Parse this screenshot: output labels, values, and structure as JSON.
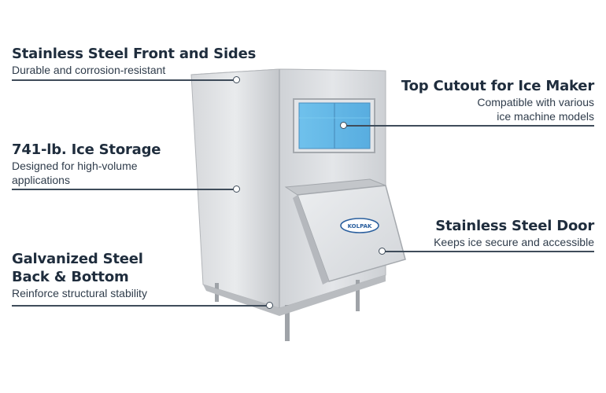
{
  "callouts": {
    "front_sides": {
      "title": "Stainless Steel Front and Sides",
      "desc": "Durable and corrosion-resistant"
    },
    "storage": {
      "title": "741-lb. Ice Storage",
      "desc_line1": "Designed for high-volume",
      "desc_line2": "applications"
    },
    "back_bottom": {
      "title_line1": "Galvanized Steel",
      "title_line2": "Back & Bottom",
      "desc": "Reinforce structural stability"
    },
    "top_cutout": {
      "title": "Top Cutout for Ice Maker",
      "desc_line1": "Compatible with various",
      "desc_line2": "ice machine models"
    },
    "door": {
      "title": "Stainless Steel Door",
      "desc": "Keeps ice secure and accessible"
    }
  },
  "product": {
    "brand_badge": "KOLPAK"
  },
  "colors": {
    "text": "#1f2d3d",
    "leader_line": "#3f4c5a",
    "cutout_blue": "#5fb4e3",
    "steel": "#c9ccd0"
  }
}
